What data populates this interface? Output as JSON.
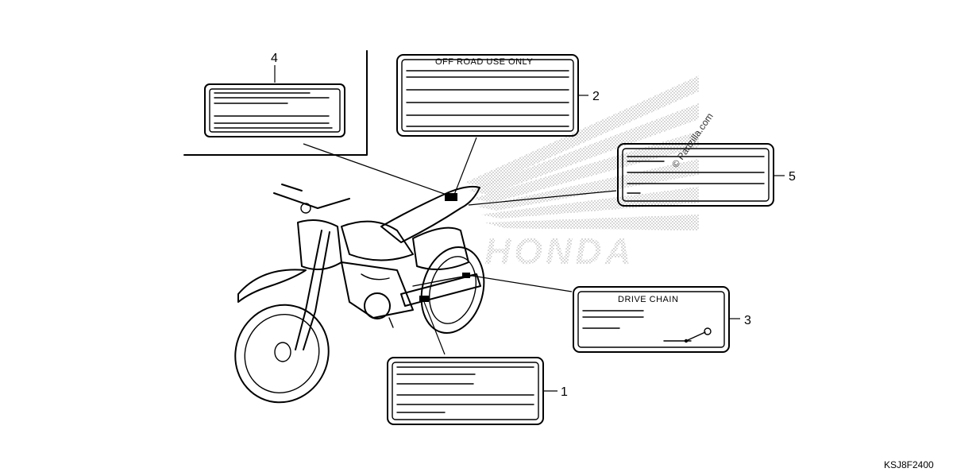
{
  "diagram": {
    "code": "KSJ8F2400",
    "watermark": "© Partzilla.com",
    "brand_mark": "HONDA",
    "callouts": [
      {
        "number": "1"
      },
      {
        "number": "2",
        "title": "OFF ROAD USE ONLY"
      },
      {
        "number": "3",
        "title": "DRIVE CHAIN"
      },
      {
        "number": "4"
      },
      {
        "number": "5"
      }
    ]
  }
}
